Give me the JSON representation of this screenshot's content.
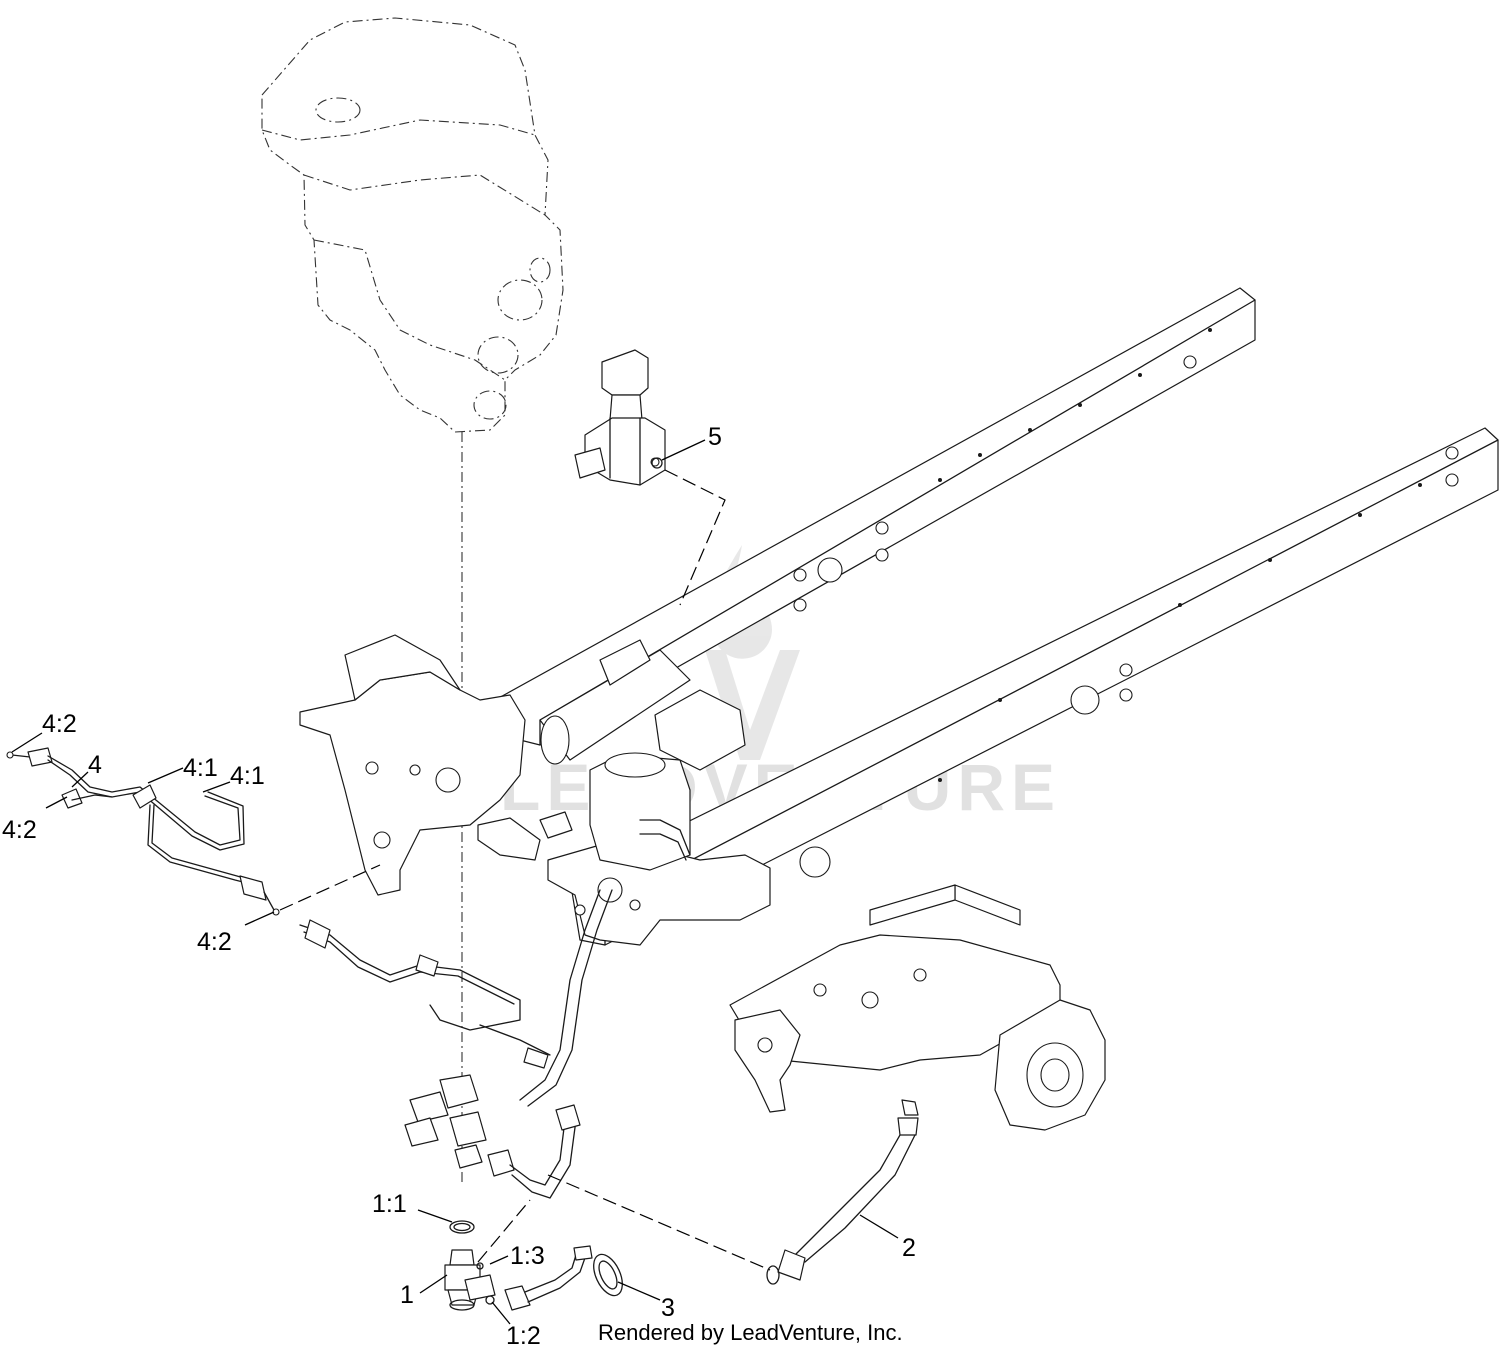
{
  "callouts": {
    "c1": "1",
    "c1_1": "1:1",
    "c1_2": "1:2",
    "c1_3": "1:3",
    "c2": "2",
    "c3": "3",
    "c4": "4",
    "c4_1a": "4:1",
    "c4_1b": "4:1",
    "c4_2a": "4:2",
    "c4_2b": "4:2",
    "c4_2c": "4:2",
    "c5": "5"
  },
  "watermark": {
    "text": "LEADVENTURE",
    "logo_icon": "leadventure-flame-logo-icon"
  },
  "credit": "Rendered by LeadVenture, Inc."
}
